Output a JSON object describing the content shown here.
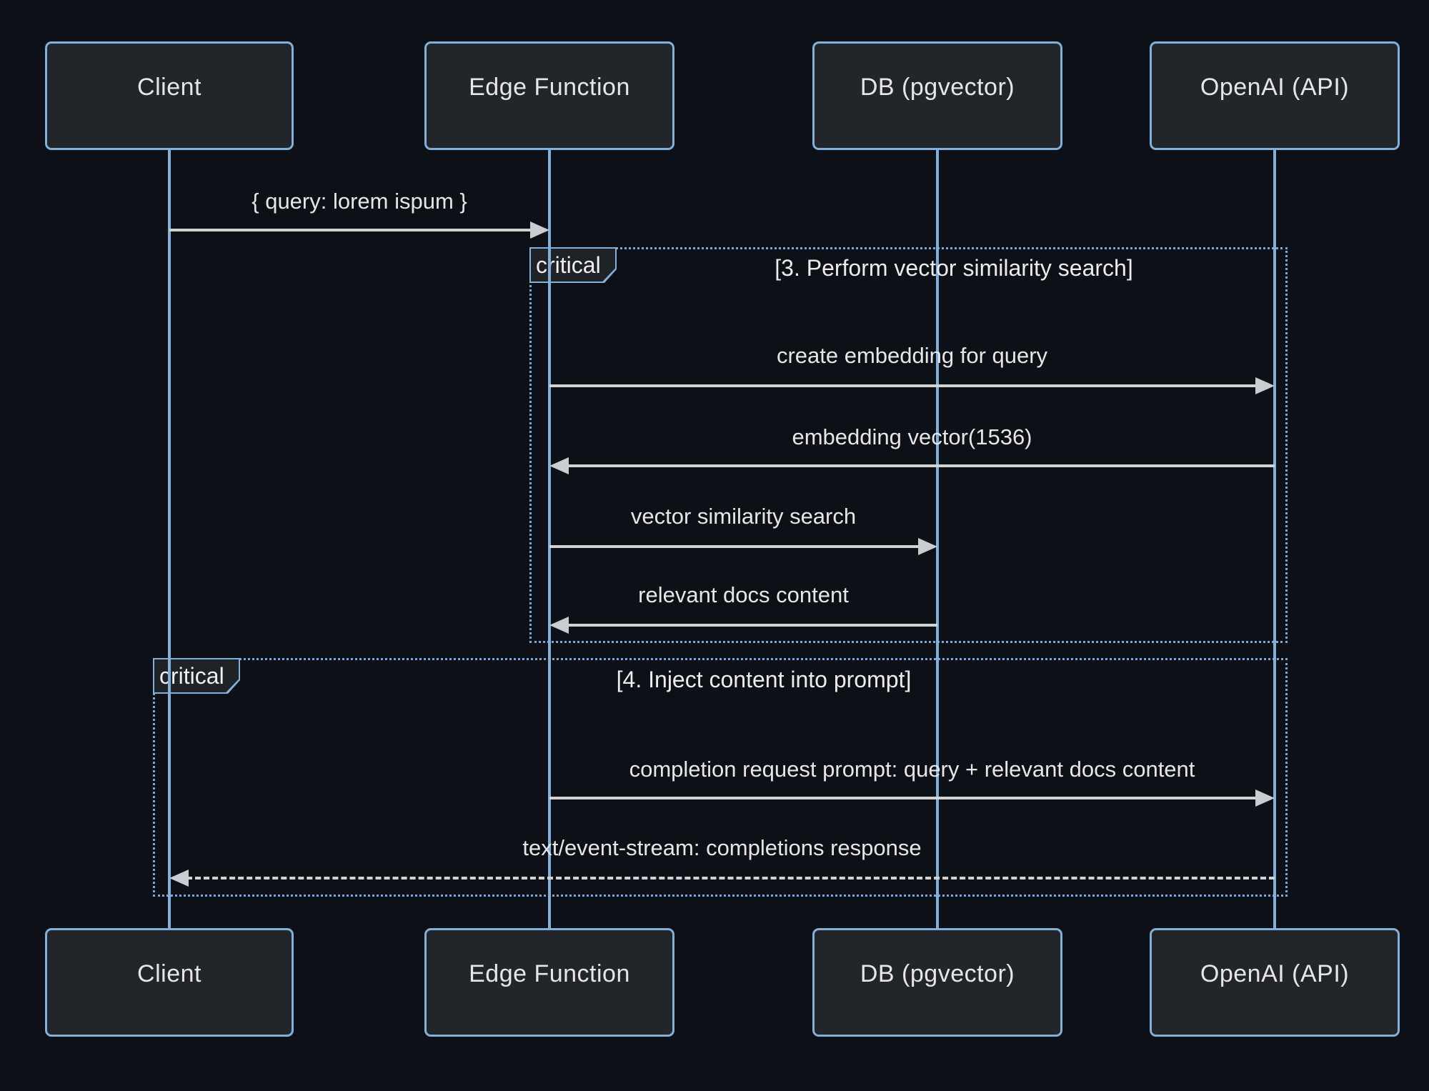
{
  "diagram": {
    "type": "sequence-diagram",
    "colors": {
      "background": "#0d1117",
      "actor_fill": "#22262b",
      "accent_blue": "#81b1db",
      "text": "#e6e6e6",
      "arrow": "#d2d2d2"
    },
    "actors": [
      {
        "label": "Client"
      },
      {
        "label": "Edge Function"
      },
      {
        "label": "DB (pgvector)"
      },
      {
        "label": "OpenAI (API)"
      }
    ],
    "messages": [
      {
        "text": "{ query: lorem ispum }",
        "from": "Client",
        "to": "Edge Function",
        "line": "solid"
      },
      {
        "text": "create embedding for query",
        "from": "Edge Function",
        "to": "OpenAI (API)",
        "line": "solid"
      },
      {
        "text": "embedding vector(1536)",
        "from": "OpenAI (API)",
        "to": "Edge Function",
        "line": "solid"
      },
      {
        "text": "vector similarity search",
        "from": "Edge Function",
        "to": "DB (pgvector)",
        "line": "solid"
      },
      {
        "text": "relevant docs content",
        "from": "DB (pgvector)",
        "to": "Edge Function",
        "line": "solid"
      },
      {
        "text": "completion request prompt: query + relevant docs content",
        "from": "Edge Function",
        "to": "OpenAI (API)",
        "line": "solid"
      },
      {
        "text": "text/event-stream: completions response",
        "from": "OpenAI (API)",
        "to": "Client",
        "line": "dashed"
      }
    ],
    "blocks": [
      {
        "label": "critical",
        "title": "[3. Perform vector similarity search]"
      },
      {
        "label": "critical",
        "title": "[4. Inject content into prompt]"
      }
    ]
  }
}
